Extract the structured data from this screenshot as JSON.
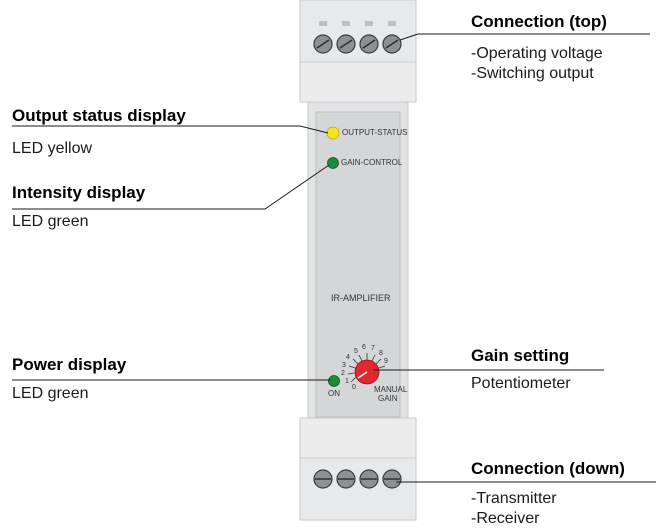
{
  "callouts": {
    "connection_top": {
      "title": "Connection (top)",
      "lines": [
        "-Operating voltage",
        "-Switching output"
      ]
    },
    "output_status": {
      "title": "Output status display",
      "lines": [
        "LED yellow"
      ]
    },
    "intensity": {
      "title": "Intensity display",
      "lines": [
        "LED green"
      ]
    },
    "power": {
      "title": "Power display",
      "lines": [
        "LED green"
      ]
    },
    "gain_setting": {
      "title": "Gain setting",
      "lines": [
        "Potentiometer"
      ]
    },
    "connection_down": {
      "title": "Connection (down)",
      "lines": [
        "-Transmitter",
        "-Receiver"
      ]
    }
  },
  "device": {
    "led_output_label": "OUTPUT-STATUS",
    "led_gain_label": "GAIN-CONTROL",
    "name": "IR-AMPLIFIER",
    "on_label": "ON",
    "manual_label_1": "MANUAL",
    "manual_label_2": "GAIN",
    "dial_scale": [
      "0",
      "1",
      "2",
      "3",
      "4",
      "5",
      "6",
      "7",
      "8",
      "9"
    ]
  },
  "colors": {
    "led_yellow": "#f6e51c",
    "led_green": "#1b8a3a",
    "knob_red": "#e0282e",
    "housing": "#e6e7e8",
    "panel": "#d2d3d5"
  }
}
